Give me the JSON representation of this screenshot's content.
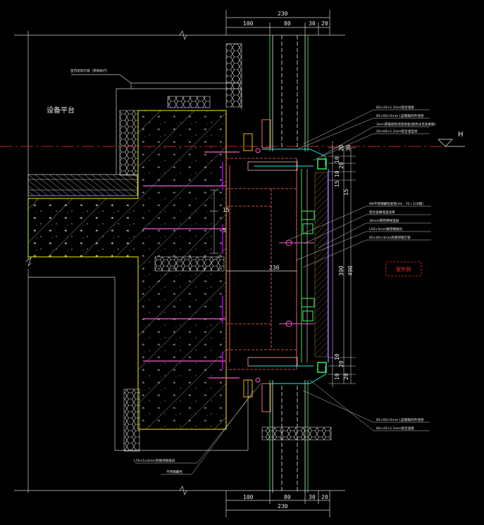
{
  "dims": {
    "top_total": "230",
    "top_a": "100",
    "top_b": "80",
    "top_c": "30",
    "top_d": "20",
    "bottom_total": "230",
    "bottom_a": "100",
    "bottom_b": "80",
    "bottom_c": "30",
    "bottom_d": "20",
    "mid_230": "230",
    "right_490": "490",
    "right_390": "390",
    "r_20a": "20",
    "r_30a": "30",
    "r_10a": "10",
    "r_20b": "20",
    "r_10b": "10",
    "r_15a": "15",
    "r_15b": "15",
    "r_10c": "10",
    "r_20c": "20",
    "r_10d": "10",
    "r_20d": "20",
    "left_15": "15",
    "left_5": "5",
    "h_mark": "H"
  },
  "labels": {
    "platform": "设备平台",
    "top_note": "室内装饰示意（参照执行）",
    "red_box": "室外侧",
    "n1": "80×20×1.5mm铝合金板",
    "n2": "85×60×5mm L型钢角码件连接",
    "n3": "3mm厚氟碳喷涂铝单板(颜色详见效果图)",
    "n4": "20×60×1.2mm铝合金型材",
    "n5": "M8不锈钢螺栓套管(A4 - 70 / 316钢)",
    "n6": "铝合金幕墙竖龙骨",
    "n7": "30mm厚岩棉保温层",
    "n8": "L50×5mm镀锌钢角码",
    "n9": "60×60×4mm热镀锌钢方管",
    "n10": "85×60×5mm L型钢角码件连接",
    "n11": "80×20×1.5mm铝合金板",
    "n12": "L70×5×6mm热镀锌钢角码",
    "n13": "不锈钢螺栓"
  }
}
